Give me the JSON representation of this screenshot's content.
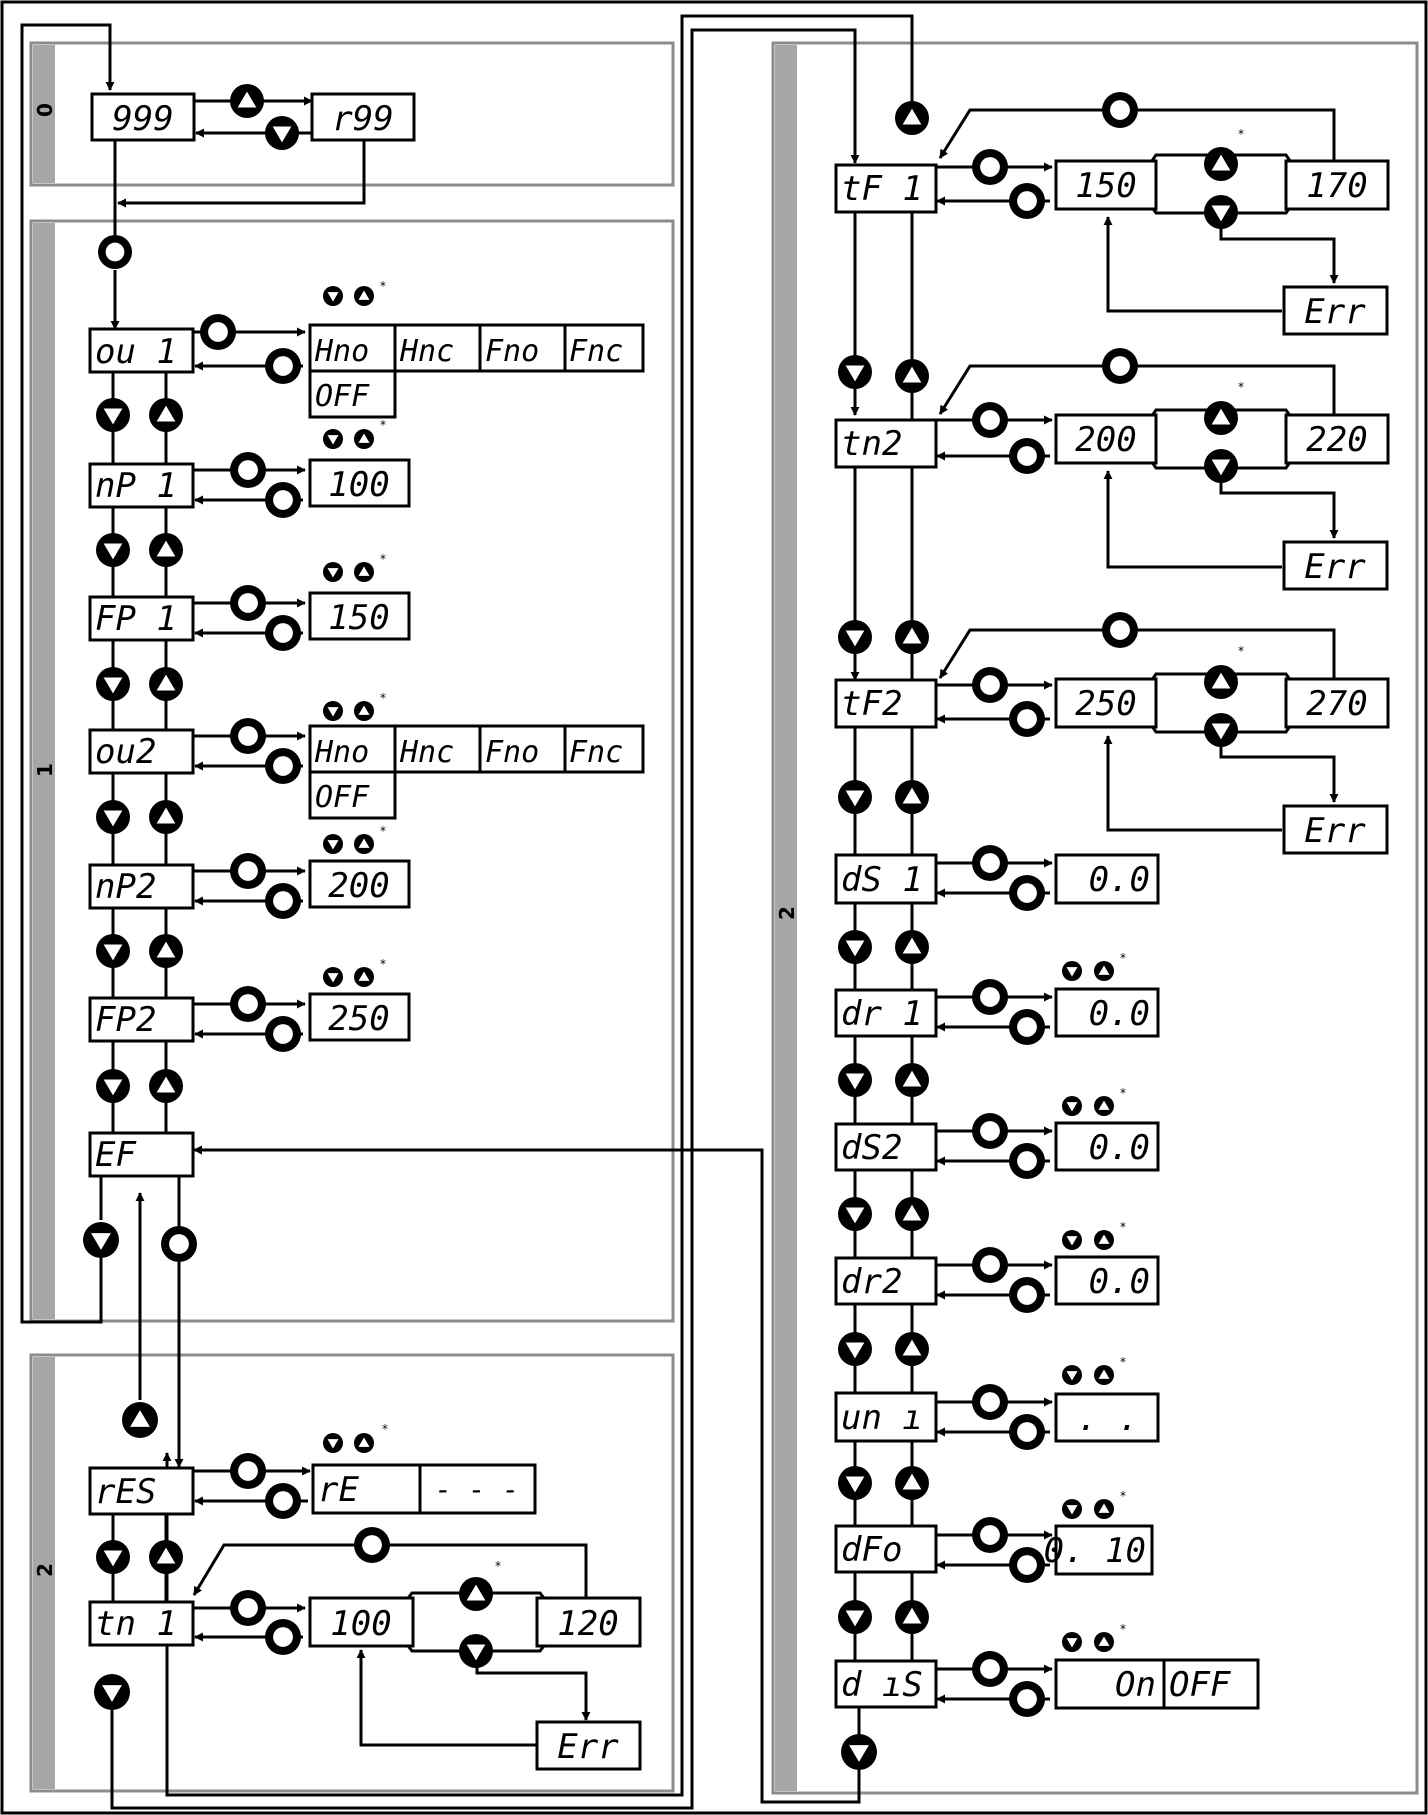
{
  "sections": {
    "s0": "0",
    "s1": "1",
    "s2a": "2",
    "s2b": "2"
  },
  "params": {
    "p999": "999",
    "r99": "r99",
    "ou1": "ou 1",
    "np1": "nP 1",
    "fp1": "FP 1",
    "ou2": "ou2",
    "np2": "nP2",
    "fp2": "FP2",
    "ef": "EF",
    "res": "rES",
    "tn1": "tn 1",
    "tf1": "tF 1",
    "tn2": "tn2",
    "tf2": "tF2",
    "ds1": "dS 1",
    "dr1": "dr 1",
    "ds2": "dS2",
    "dr2": "dr2",
    "uni": "un ı",
    "dfo": "dFo",
    "dis": "d ıS"
  },
  "values": {
    "hno": "Hno",
    "hnc": "Hnc",
    "fno": "Fno",
    "fnc": "Fnc",
    "off": "OFF",
    "v100": "100",
    "v150": "150",
    "v200": "200",
    "v250": "250",
    "v120": "120",
    "v170": "170",
    "v220": "220",
    "v270": "270",
    "err": "Err",
    "re": "rE",
    "dashes": "- - -",
    "zero": "0.0",
    "uni_val": ". .",
    "dfo_val": "0. 10",
    "on": "On",
    "off2": "OFF"
  },
  "marks": {
    "asterisk": "*"
  },
  "icons": {
    "set_button": "circle-icon",
    "up_button": "arrow-up-icon",
    "down_button": "arrow-down-icon"
  },
  "colors": {
    "ink": "#000000",
    "panel_border": "#8c8c8c",
    "panel_band": "#a6a6a6"
  }
}
